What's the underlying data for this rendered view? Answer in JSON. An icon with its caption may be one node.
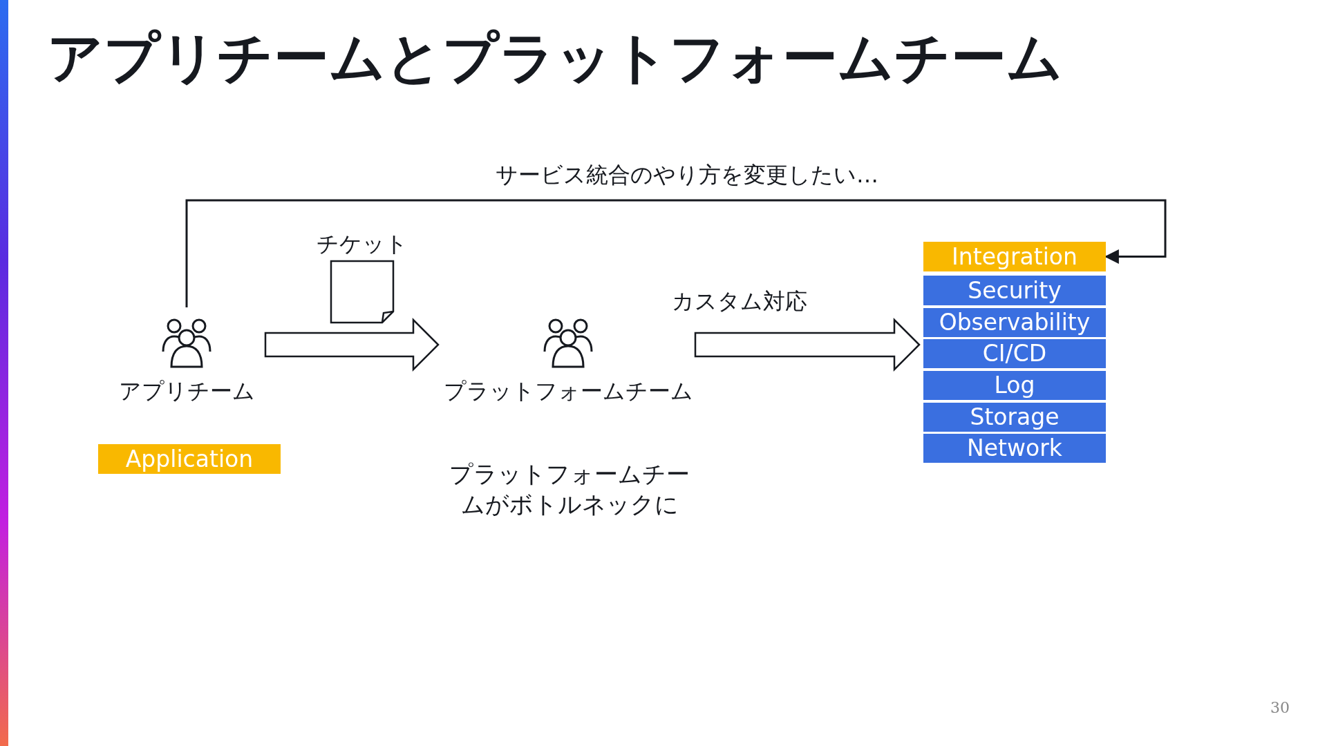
{
  "diagram": {
    "title": "アプリチームとプラットフォームチーム",
    "nodes": [
      {
        "text": [
          "アプリチーム"
        ]
      },
      {
        "text": [
          "プラットフォームチーム"
        ]
      },
      {
        "text": [
          "Integration"
        ]
      },
      {
        "text": [
          "Security"
        ]
      },
      {
        "text": [
          "Observability"
        ]
      },
      {
        "text": [
          "CI/CD"
        ]
      },
      {
        "text": [
          "Log"
        ]
      },
      {
        "text": [
          "Storage"
        ]
      },
      {
        "text": [
          "Network"
        ]
      },
      {
        "text": [
          "Application"
        ]
      }
    ],
    "edges": [
      {
        "from": 0,
        "to": 2,
        "arrow": "to",
        "label": "サービス統合のやり方を変更したい…"
      },
      {
        "from": 0,
        "to": 1,
        "arrow": "to",
        "label": "チケット",
        "style": "thick"
      },
      {
        "from": 1,
        "to": 5,
        "arrow": "to",
        "label": "カスタム対応",
        "style": "thick"
      }
    ],
    "labels": [
      "プラットフォームチームがボトルネックに",
      "30"
    ]
  }
}
